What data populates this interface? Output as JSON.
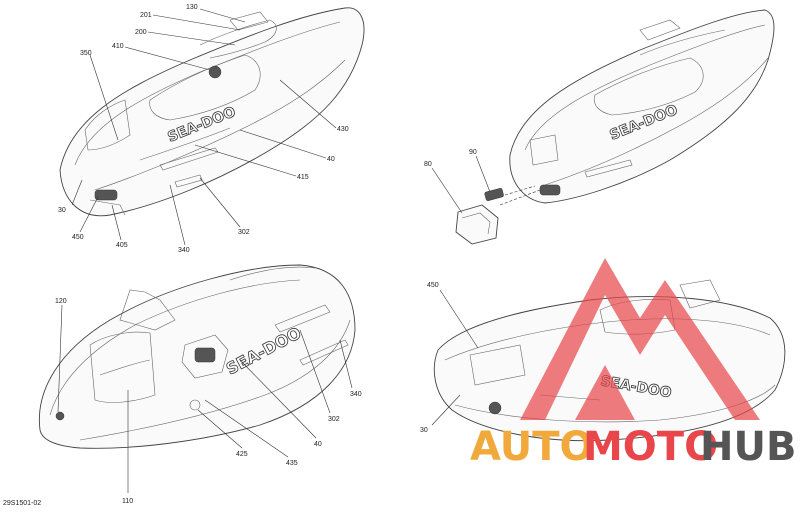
{
  "brand_text": "SEA-DOO",
  "reference": "29S1501-02",
  "watermark": {
    "part1": "AUTO",
    "part2": "MOTO",
    "part3": "HUB",
    "colors": {
      "auto": "#f2a93b",
      "moto": "#e8464a",
      "hub": "#555555",
      "logo": "#e8464a"
    }
  },
  "callouts": {
    "v1": [
      "130",
      "201",
      "200",
      "350",
      "410",
      "430",
      "40",
      "415",
      "30",
      "450",
      "405",
      "340",
      "302"
    ],
    "v2": [
      "80",
      "90"
    ],
    "v3": [
      "120",
      "110",
      "425",
      "435",
      "40",
      "302",
      "340"
    ],
    "v4": [
      "450",
      "30"
    ]
  }
}
